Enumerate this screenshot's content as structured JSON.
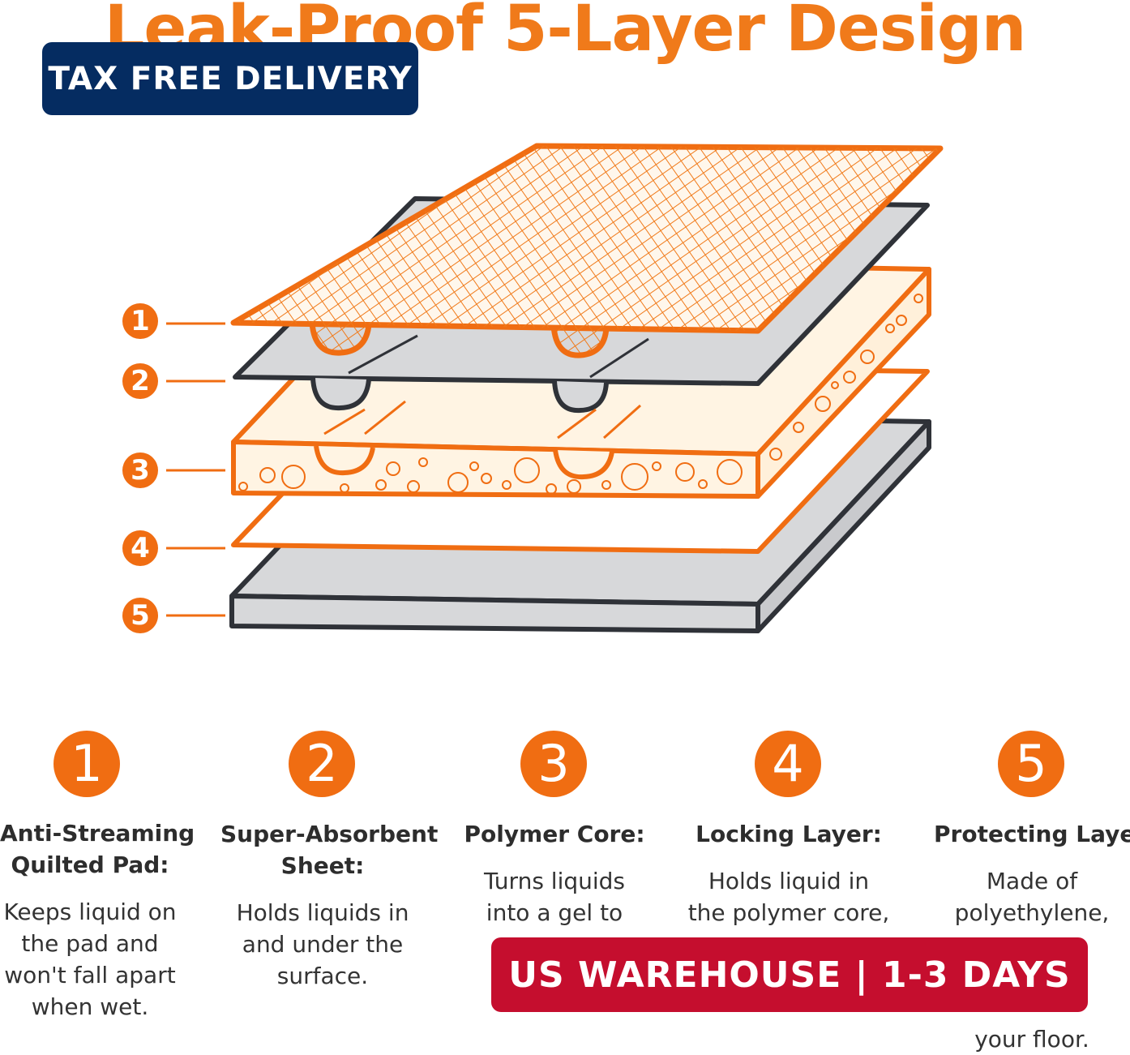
{
  "title": "Leak-Proof 5-Layer Design",
  "badge_top": "TAX FREE DELIVERY",
  "banner_bottom": "US WAREHOUSE | 1-3 DAYS",
  "colors": {
    "orange": "#f06d12",
    "navy": "#052c61",
    "red": "#c50e2e",
    "gray_layer": "#d7d8da",
    "cream_layer": "#fff4e3"
  },
  "layers": [
    {
      "number": "1",
      "heading_lines": [
        "Anti-Streaming",
        "Quilted Pad:"
      ],
      "desc_lines": [
        "Keeps liquid on",
        "the pad and",
        "won't fall apart",
        "when wet."
      ]
    },
    {
      "number": "2",
      "heading_lines": [
        "Super-Absorbent",
        "Sheet:"
      ],
      "desc_lines": [
        "Holds liquids in",
        "and under the",
        "surface."
      ]
    },
    {
      "number": "3",
      "heading_lines": [
        "Polymer Core:"
      ],
      "desc_lines": [
        "Turns liquids",
        "into a gel to"
      ]
    },
    {
      "number": "4",
      "heading_lines": [
        "Locking Layer:"
      ],
      "desc_lines": [
        "Holds liquid in",
        "the polymer core,"
      ]
    },
    {
      "number": "5",
      "heading_lines": [
        "Protecting Layer:"
      ],
      "desc_lines": [
        "Made of",
        "polyethylene,"
      ]
    }
  ],
  "layer5_tail_lines": [
    "your floor."
  ]
}
